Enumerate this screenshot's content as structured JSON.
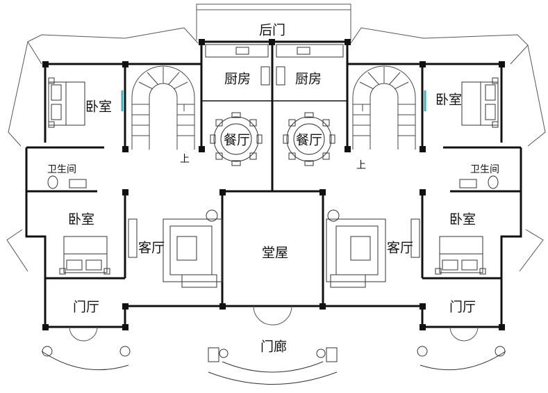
{
  "rooms": {
    "back_door": "后门",
    "kitchen_left": "厨房",
    "kitchen_right": "厨房",
    "bedroom_top_left": "卧室",
    "bedroom_top_right": "卧室",
    "dining_left": "餐厅",
    "dining_right": "餐厅",
    "bathroom_left": "卫生间",
    "bathroom_right": "卫生间",
    "bedroom_mid_left": "卧室",
    "bedroom_mid_right": "卧室",
    "living_left": "客厅",
    "living_right": "客厅",
    "main_hall": "堂屋",
    "foyer_left": "门厅",
    "foyer_right": "门厅",
    "porch": "门廊"
  },
  "stairs": {
    "up_left": "上",
    "up_right": "上"
  },
  "colors": {
    "wall": "#111111",
    "line": "#333333",
    "light": "#888888",
    "window_accent": "#2fb8c8"
  }
}
